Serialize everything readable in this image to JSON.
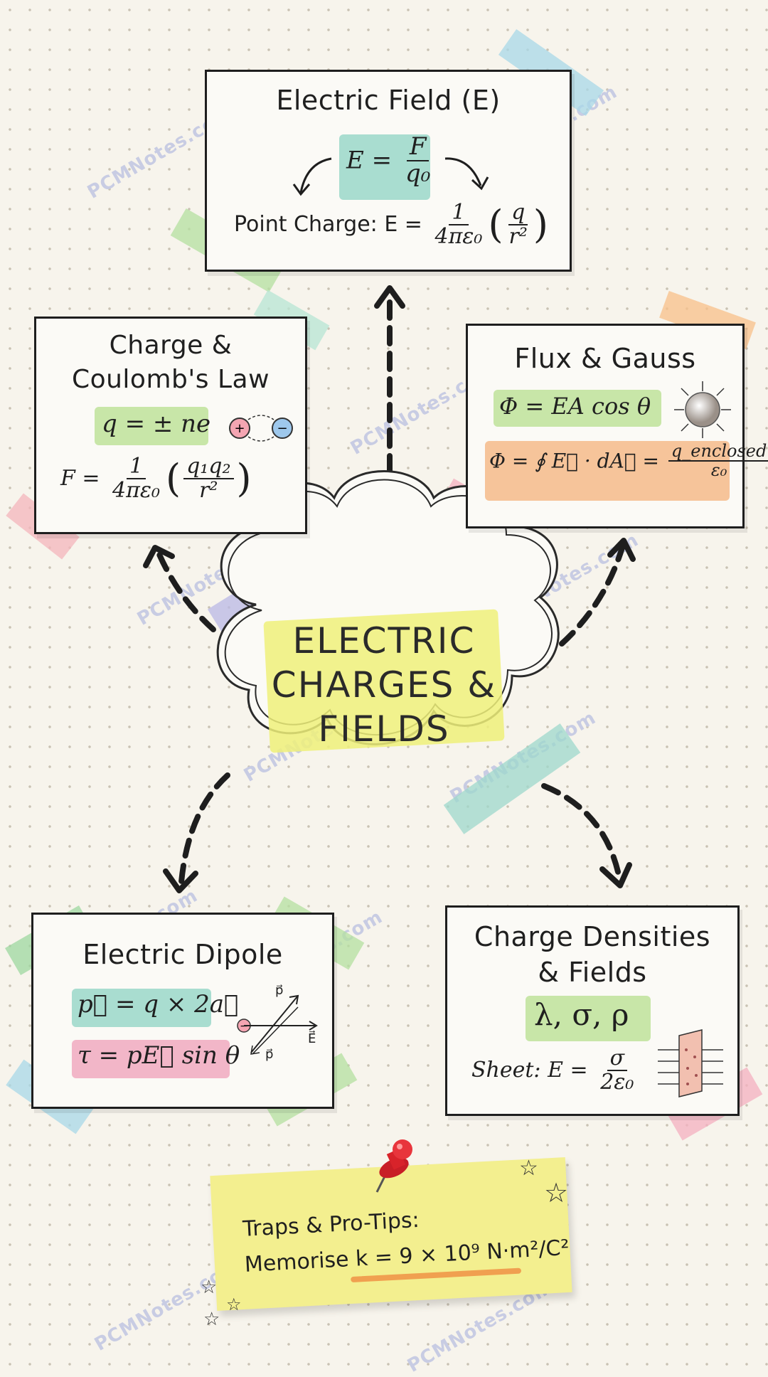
{
  "center": {
    "lines": [
      "ELECTRIC",
      "CHARGES &",
      "FIELDS"
    ]
  },
  "field": {
    "title": "Electric Field (E)",
    "formula_lhs": "E =",
    "formula_num": "F",
    "formula_den": "q₀",
    "point_label": "Point Charge: E =",
    "point_num": "1",
    "point_den": "4πε₀",
    "point_q": "q",
    "point_r": "r²"
  },
  "coulomb": {
    "title_line1": "Charge &",
    "title_line2": "Coulomb's Law",
    "quant": "q = ± ne",
    "force_lhs": "F =",
    "force_num": "1",
    "force_den": "4πε₀",
    "force_q": "q₁q₂",
    "force_r": "r²"
  },
  "flux": {
    "title": "Flux & Gauss",
    "f1": "Φ = EA cos θ",
    "f2_lhs": "Φ = ∮ E⃗ · dA⃗ =",
    "f2_num": "q_enclosed",
    "f2_den": "ε₀"
  },
  "dipole": {
    "title": "Electric Dipole",
    "moment": "p⃗ = q × 2a⃗",
    "torque": "τ = pE⃗ sin θ",
    "lbl_p": "p⃗",
    "lbl_p2": "p⃗",
    "lbl_e": "E⃗"
  },
  "density": {
    "title_line1": "Charge Densities",
    "title_line2": "& Fields",
    "symbols": "λ, σ, ρ",
    "sheet_lhs": "Sheet: E =",
    "sheet_num": "σ",
    "sheet_den": "2ε₀"
  },
  "tips": {
    "line1": "Traps & Pro-Tips:",
    "line2": "Memorise k = 9 × 10⁹ N·m²/C²"
  },
  "watermark": "PCMNotes.com",
  "colors": {
    "teal_hl": "#a9ddd0",
    "green_hl": "#c8e6a8",
    "orange_hl": "#f6c49a",
    "pink_hl": "#f2b6c8",
    "yellow_hl": "#eef07a",
    "sticky": "#f3ef8f",
    "pin": "#d8232a"
  }
}
